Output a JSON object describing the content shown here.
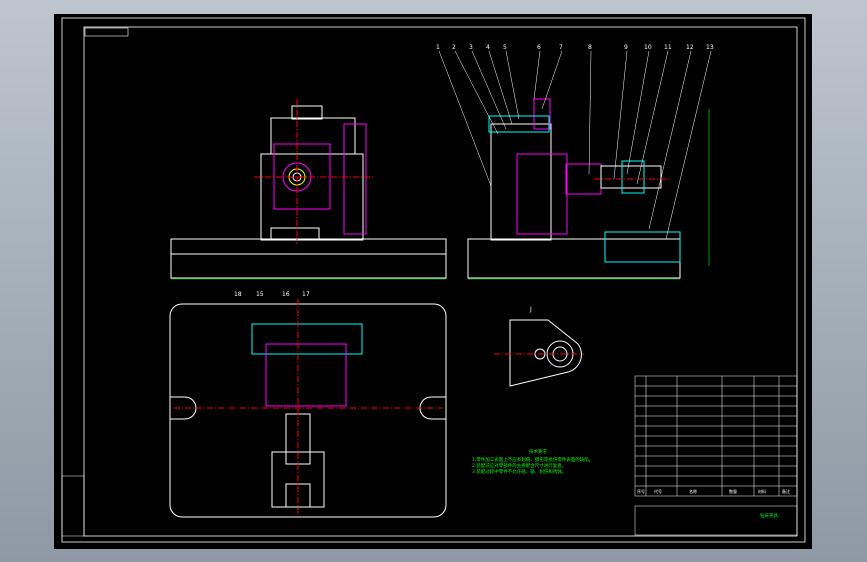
{
  "balloons": [
    "1",
    "2",
    "3",
    "4",
    "5",
    "6",
    "7",
    "8",
    "9",
    "10",
    "11",
    "12",
    "13"
  ],
  "section_labels": [
    "18",
    "15",
    "16",
    "17"
  ],
  "view_label": "J",
  "tech_req": {
    "title": "技术要求",
    "lines": [
      "1.零件加工表面上不应有划痕、擦伤等损伤零件表面的缺陷。",
      "2.装配前应对零部件的主要配合尺寸进行复查。",
      "3.装配过程中零件不允许磕、碰、划伤和锈蚀。"
    ]
  },
  "title_block": {
    "drawing_name": "钻床夹具",
    "header_cells": [
      "序号",
      "代号",
      "名称",
      "数量",
      "材料",
      "备注"
    ]
  },
  "colors": {
    "frame": "#ffffff",
    "section": "#ff00ff",
    "hatch": "#00ffff",
    "center": "#ff0000",
    "text_green": "#00ff00",
    "dims": "#00ff00"
  }
}
